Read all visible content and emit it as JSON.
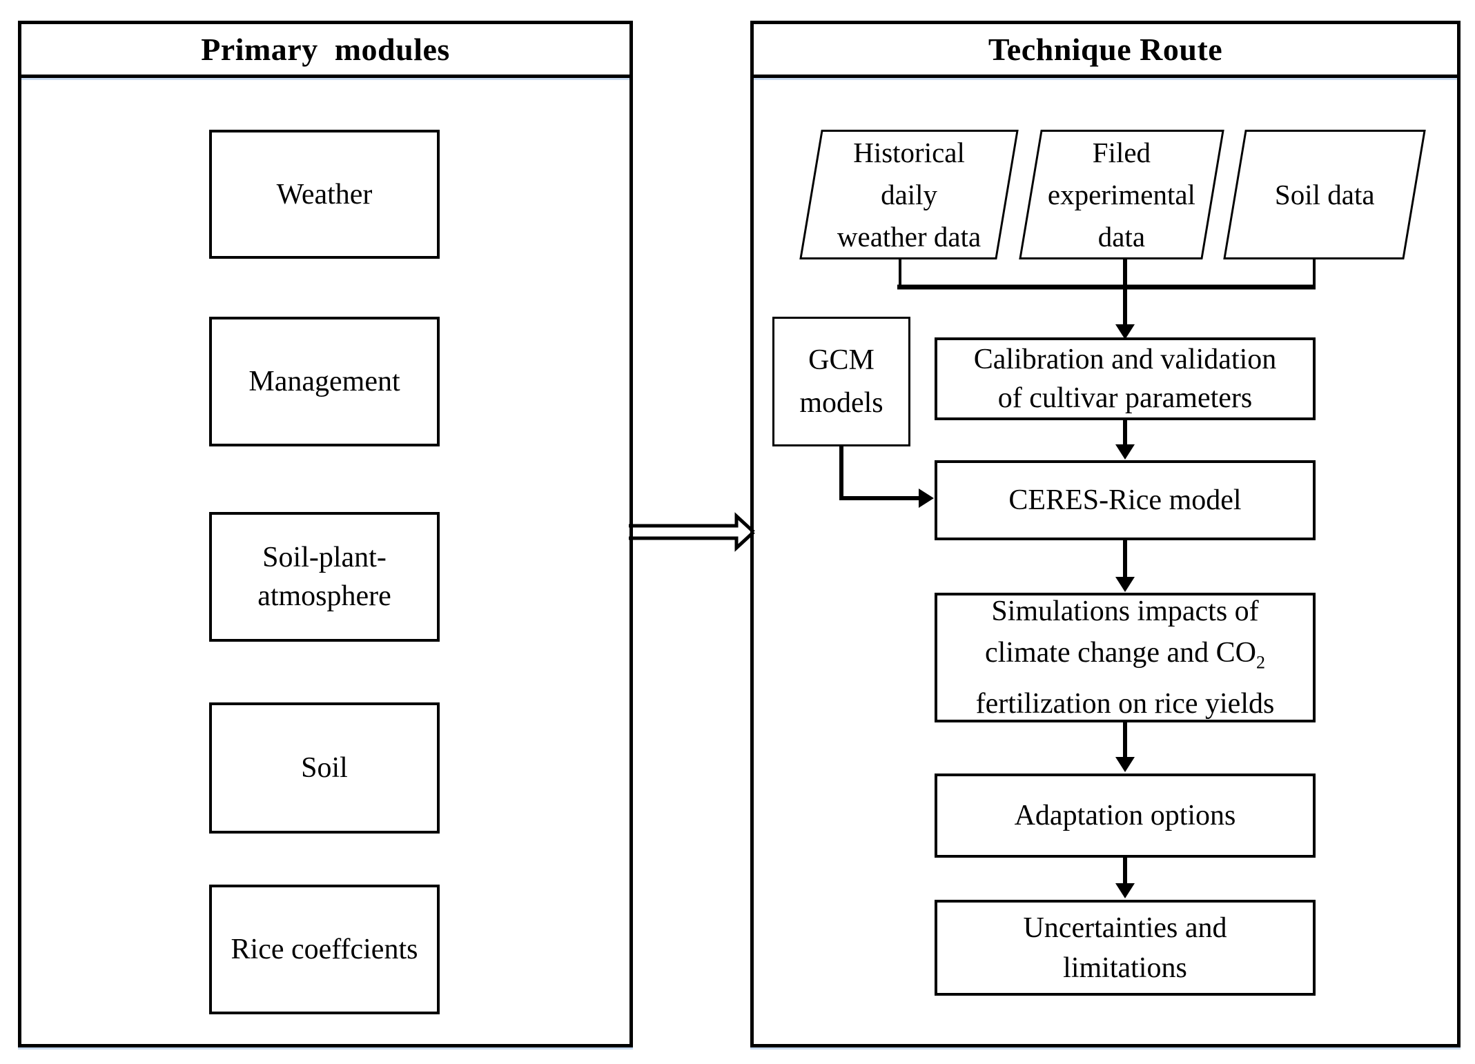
{
  "diagram": {
    "left_panel": {
      "title": "Primary  modules",
      "modules": [
        "Weather",
        "Management",
        "Soil-plant-\natmosphere",
        "Soil",
        "Rice coeffcients"
      ]
    },
    "right_panel": {
      "title": "Technique Route",
      "data_inputs": [
        "Historical\ndaily\nweather data",
        "Filed\nexperimental\ndata",
        "Soil data"
      ],
      "gcm_label": "GCM\nmodels",
      "steps": {
        "calibration": "Calibration and validation\nof cultivar parameters",
        "ceres": "CERES-Rice model",
        "simulations": {
          "line1": "Simulations impacts of",
          "line2_pre": "climate change and CO",
          "line2_sub": "2",
          "line3": "fertilization on rice yields"
        },
        "adaptation": "Adaptation options",
        "uncertainties": "Uncertainties and\nlimitations"
      }
    },
    "colors": {
      "stroke": "#000000",
      "accent_underline": "#c6d9f0",
      "background": "#ffffff"
    }
  }
}
